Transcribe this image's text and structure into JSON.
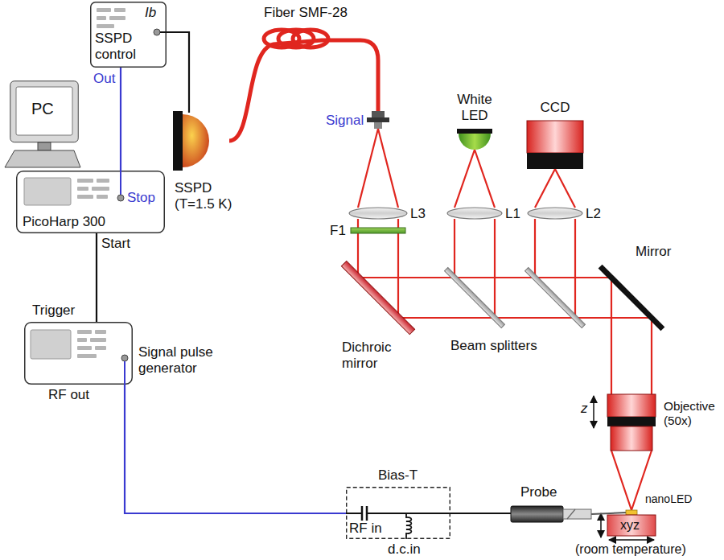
{
  "diagram": {
    "nodes": [
      {
        "text": [
          "SSPD control",
          "Ib",
          "Out"
        ]
      },
      {
        "text": [
          "PC"
        ]
      },
      {
        "text": [
          "PicoHarp 300",
          "Stop",
          "Start"
        ]
      },
      {
        "text": [
          "Trigger",
          "Signal pulse generator",
          "RF out"
        ]
      },
      {
        "text": [
          "SSPD (T=1.5 K)"
        ]
      },
      {
        "text": [
          "White LED"
        ]
      },
      {
        "text": [
          "CCD"
        ]
      },
      {
        "text": [
          "Objective (50x)"
        ]
      },
      {
        "text": [
          "Bias-T",
          "RF in",
          "d.c.in"
        ]
      },
      {
        "text": [
          "Probe"
        ]
      },
      {
        "text": [
          "xyz",
          "(room temperature)"
        ]
      }
    ],
    "edges": [
      {
        "from": 0,
        "to": 2,
        "arrow": "none"
      },
      {
        "from": 0,
        "to": 4,
        "arrow": "none"
      },
      {
        "from": 2,
        "to": 3,
        "arrow": "none"
      },
      {
        "from": 3,
        "to": 8,
        "arrow": "none"
      },
      {
        "from": 8,
        "to": 9,
        "arrow": "none"
      }
    ],
    "labels": [
      "Fiber SMF-28",
      "Signal",
      "L3",
      "F1",
      "L1",
      "L2",
      "Dichroic mirror",
      "Beam splitters",
      "Mirror",
      "z",
      "nanoLED"
    ]
  }
}
